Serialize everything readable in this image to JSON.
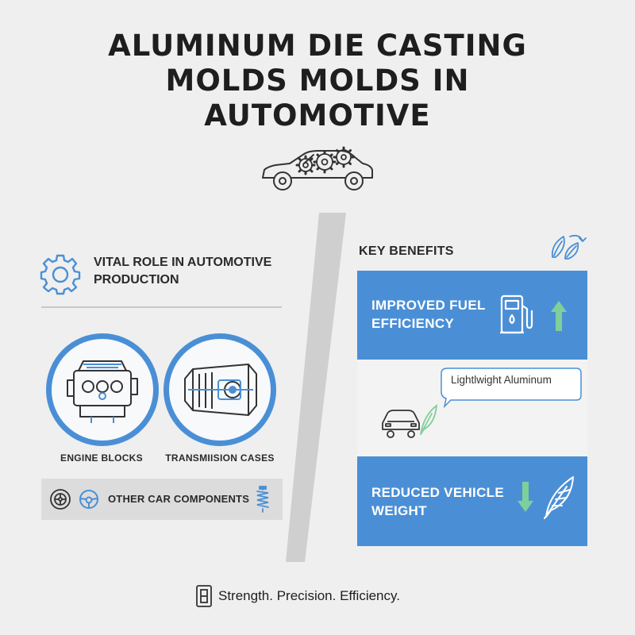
{
  "title": {
    "line1": "ALUMINUM DIE CASTING",
    "line2": "MOLDS MOLDS IN",
    "line3": "AUTOMOTIVE"
  },
  "left": {
    "heading": "VITAL ROLE IN AUTOMOTIVE PRODUCTION",
    "items": [
      {
        "label": "ENGINE BLOCKS",
        "icon": "engine-block-icon"
      },
      {
        "label": "TRANSMIISION CASES",
        "icon": "transmission-case-icon"
      }
    ],
    "other": {
      "label": "OTHER CAR COMPONENTS",
      "icons": [
        "wheel-icon",
        "steering-wheel-icon",
        "spring-icon"
      ]
    }
  },
  "right": {
    "heading": "KEY BENEFITS",
    "benefits": [
      {
        "label": "IMPROVED FUEL EFFICIENCY",
        "icon": "fuel-pump-icon",
        "trend": "up"
      },
      {
        "label": "REDUCED VEHICLE WEIGHT",
        "icon": "feather-icon",
        "trend": "down"
      }
    ],
    "bubble": "Lightlwight Aluminum"
  },
  "footer": {
    "text": "Strength. Precision. Efficiency."
  },
  "colors": {
    "accent": "#4a8fd6",
    "green": "#7fcf9a",
    "background": "#efefef"
  }
}
